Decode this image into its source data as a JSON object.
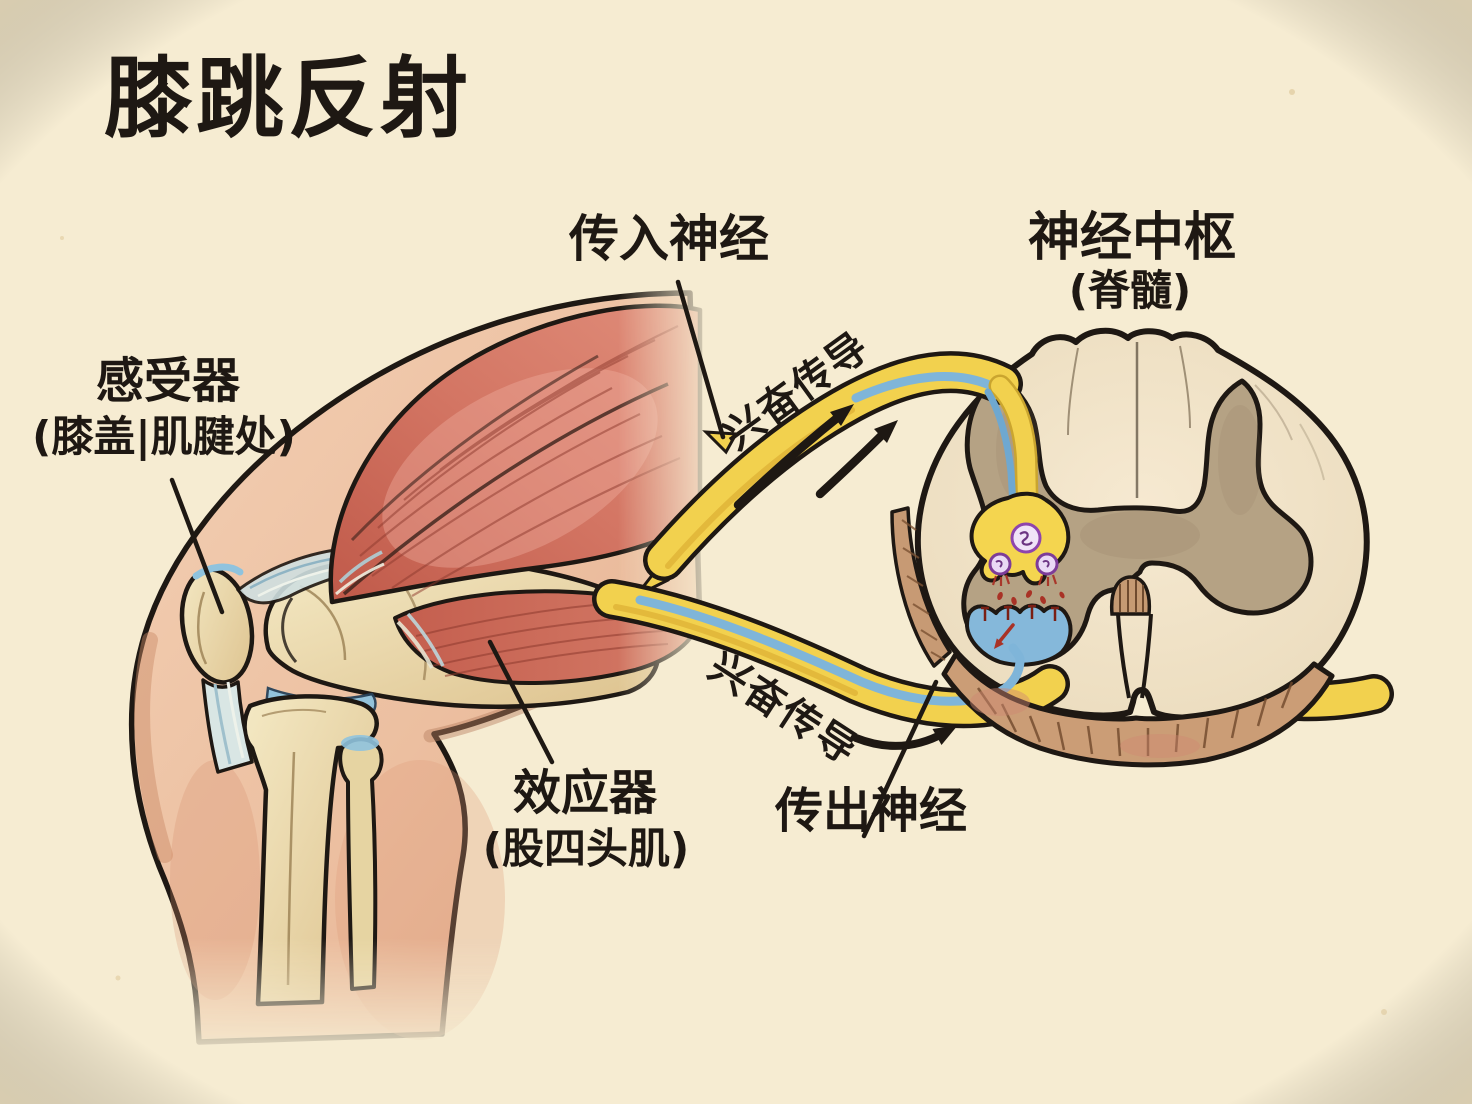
{
  "title": "膝跳反射",
  "labels": {
    "receptor": {
      "name": "感受器",
      "detail": "(膝盖|肌腱处)"
    },
    "afferent": {
      "name": "传入神经"
    },
    "nerve_center": {
      "name": "神经中枢",
      "detail": "(脊髓)"
    },
    "effector": {
      "name": "效应器",
      "detail": "(股四头肌)"
    },
    "efferent": {
      "name": "传出神经"
    },
    "conduction_afferent": {
      "name": "兴奋传导"
    },
    "conduction_efferent": {
      "name": "兴奋传导"
    }
  },
  "colors": {
    "paper": "#f6ecd2",
    "ink": "#1e1813",
    "nerve_yellow": "#f2d14e",
    "nerve_shade": "#d9a92e",
    "fiber_blue": "#7fb5d9",
    "muscle_red": "#cf7264",
    "bone_cream": "#eedfb6",
    "gray_matter": "#b5a284",
    "white_matter": "#f2e2c8",
    "vesicle_purple": "#8e44ad",
    "signal_red": "#a93226"
  }
}
